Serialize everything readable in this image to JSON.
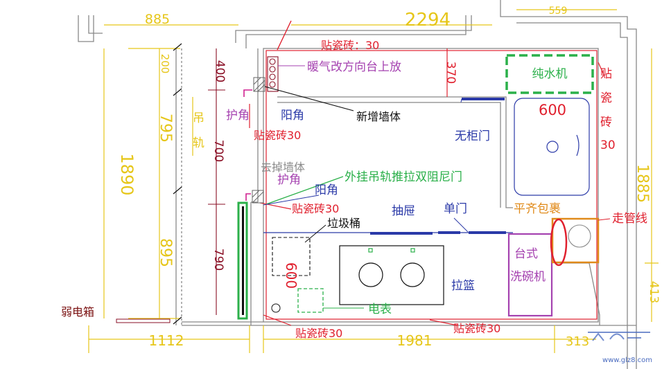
{
  "colors": {
    "wall": "#888888",
    "dimension_yellow": "#e6c619",
    "dimension_maroon": "#8a0f25",
    "tile_red": "#e0202e",
    "annotation_purple": "#a542b0",
    "cabinet_blue": "#2b3aa8",
    "annotation_green": "#2bb04a",
    "pipe_orange": "#e08a1a"
  },
  "dimensions": {
    "top_left_885": "885",
    "top_center_2294": "2294",
    "top_right_559": "559",
    "left_200": "200",
    "left_795": "795",
    "left_1890": "1890",
    "left_895": "895",
    "inner_400": "400",
    "inner_700": "700",
    "inner_790": "790",
    "inner_370": "370",
    "right_1885": "1885",
    "right_413": "413",
    "bottom_1112": "1112",
    "bottom_1981": "1981",
    "bottom_313": "313",
    "sink_600": "600",
    "trash_600": "600"
  },
  "labels": {
    "tile_top": "贴瓷砖：30",
    "radiator": "暖气改方向台上放",
    "water_purifier": "纯水机",
    "tile_right_chars": [
      "贴",
      "瓷",
      "砖",
      "30"
    ],
    "corner_guard_1": "护角",
    "outer_corner_1": "阳角",
    "new_wall": "新增墙体",
    "tile_30_a": "贴瓷砖30",
    "rail_chars": [
      "吊",
      "轨"
    ],
    "no_cabinet_door": "无柜门",
    "remove_wall": "去掉墙体",
    "corner_guard_2": "护角",
    "sliding_door": "外挂吊轨推拉双阻尼门",
    "outer_corner_2": "阳角",
    "tile_30_b": "贴瓷砖30",
    "drawer": "抽屉",
    "single_door": "单门",
    "flush_wrap": "平齐包裹",
    "pipe_route": "走管线",
    "trash_bin": "垃圾桶",
    "countertop": "台式",
    "dishwasher": "洗碗机",
    "pull_basket": "拉篮",
    "weak_box": "弱电箱",
    "meter": "电表",
    "tile_30_c": "贴瓷砖30",
    "tile_30_d": "贴瓷砖30"
  },
  "watermark": {
    "site": "www.glz8.com"
  }
}
